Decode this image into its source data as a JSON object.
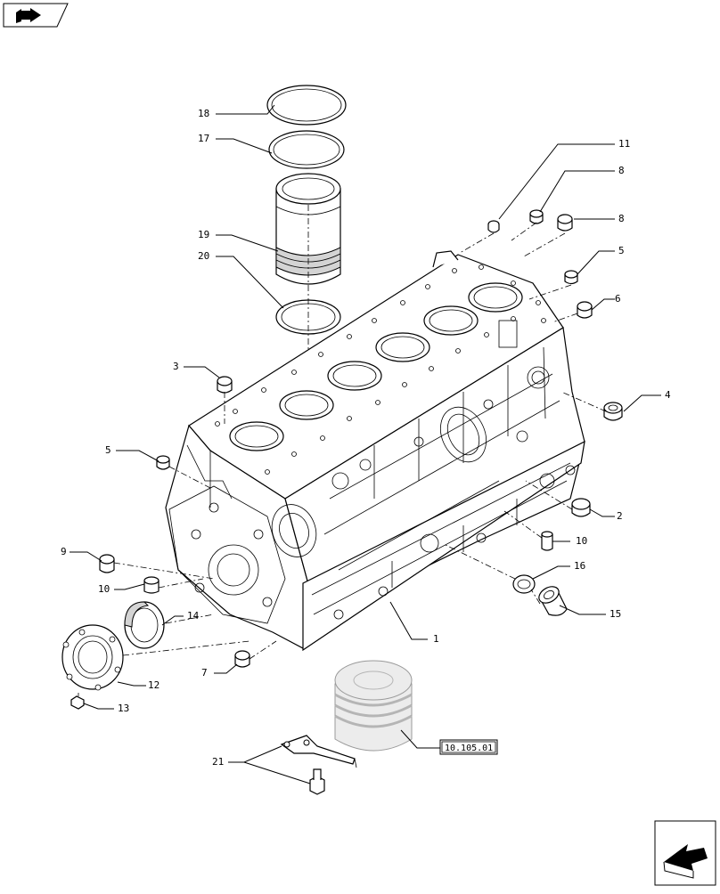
{
  "callouts": [
    {
      "id": "c18",
      "label": "18"
    },
    {
      "id": "c17",
      "label": "17"
    },
    {
      "id": "c19",
      "label": "19"
    },
    {
      "id": "c20",
      "label": "20"
    },
    {
      "id": "c11",
      "label": "11"
    },
    {
      "id": "c8a",
      "label": "8"
    },
    {
      "id": "c8b",
      "label": "8"
    },
    {
      "id": "c5a",
      "label": "5"
    },
    {
      "id": "c6",
      "label": "6"
    },
    {
      "id": "c3",
      "label": "3"
    },
    {
      "id": "c4",
      "label": "4"
    },
    {
      "id": "c5b",
      "label": "5"
    },
    {
      "id": "c2",
      "label": "2"
    },
    {
      "id": "c10a",
      "label": "10"
    },
    {
      "id": "c9",
      "label": "9"
    },
    {
      "id": "c10b",
      "label": "10"
    },
    {
      "id": "c16",
      "label": "16"
    },
    {
      "id": "c14",
      "label": "14"
    },
    {
      "id": "c15",
      "label": "15"
    },
    {
      "id": "c1",
      "label": "1"
    },
    {
      "id": "c7",
      "label": "7"
    },
    {
      "id": "c12",
      "label": "12"
    },
    {
      "id": "c13",
      "label": "13"
    },
    {
      "id": "c21",
      "label": "21"
    }
  ],
  "reference_box": {
    "label": "10.105.01"
  },
  "icons": {
    "top_left": "book-arrow-icon",
    "bottom_right": "next-page-arrow-icon"
  }
}
